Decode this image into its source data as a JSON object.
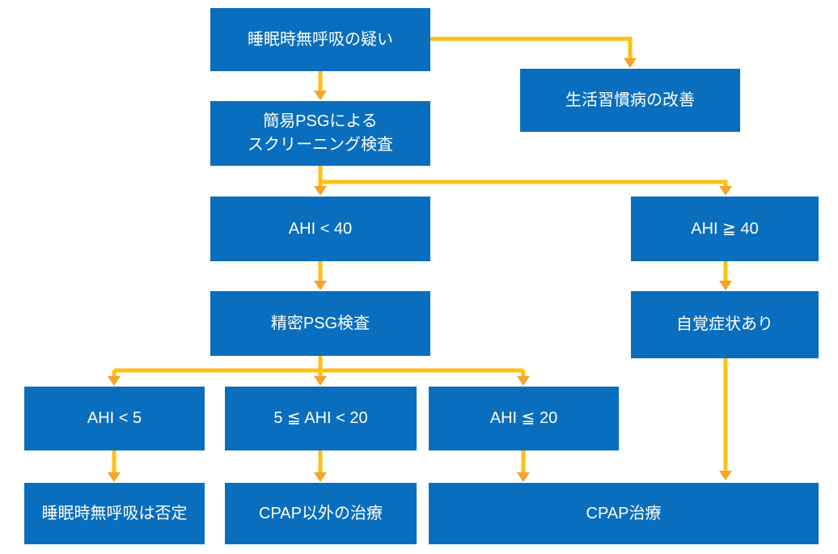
{
  "colors": {
    "node_fill": "#0a6ebe",
    "node_text": "#ffffff",
    "connector": "#fdc013",
    "arrowhead": "#f4a428",
    "background": "#ffffff"
  },
  "flowchart": {
    "nodes": {
      "suspicion": {
        "label": "睡眠時無呼吸の疑い"
      },
      "lifestyle": {
        "label": "生活習慣病の改善"
      },
      "screening": {
        "label": "簡易PSGによる\nスクリーニング検査"
      },
      "ahi_lt40": {
        "label": "AHI < 40"
      },
      "ahi_ge40": {
        "label": "AHI ≧ 40"
      },
      "full_psg": {
        "label": "精密PSG検査"
      },
      "symptoms": {
        "label": "自覚症状あり"
      },
      "ahi_lt5": {
        "label": "AHI < 5"
      },
      "ahi_5to20": {
        "label": "5 ≦ AHI < 20"
      },
      "ahi_le20": {
        "label": "AHI ≦ 20"
      },
      "negative": {
        "label": "睡眠時無呼吸は否定"
      },
      "non_cpap": {
        "label": "CPAP以外の治療"
      },
      "cpap": {
        "label": "CPAP治療"
      }
    },
    "edges": [
      {
        "from": "suspicion",
        "to": "screening"
      },
      {
        "from": "suspicion",
        "to": "lifestyle"
      },
      {
        "from": "screening",
        "to": "ahi_lt40"
      },
      {
        "from": "screening",
        "to": "ahi_ge40"
      },
      {
        "from": "ahi_lt40",
        "to": "full_psg"
      },
      {
        "from": "ahi_ge40",
        "to": "symptoms"
      },
      {
        "from": "full_psg",
        "to": "ahi_lt5"
      },
      {
        "from": "full_psg",
        "to": "ahi_5to20"
      },
      {
        "from": "full_psg",
        "to": "ahi_le20"
      },
      {
        "from": "symptoms",
        "to": "cpap"
      },
      {
        "from": "ahi_lt5",
        "to": "negative"
      },
      {
        "from": "ahi_5to20",
        "to": "non_cpap"
      },
      {
        "from": "ahi_le20",
        "to": "cpap"
      }
    ]
  }
}
